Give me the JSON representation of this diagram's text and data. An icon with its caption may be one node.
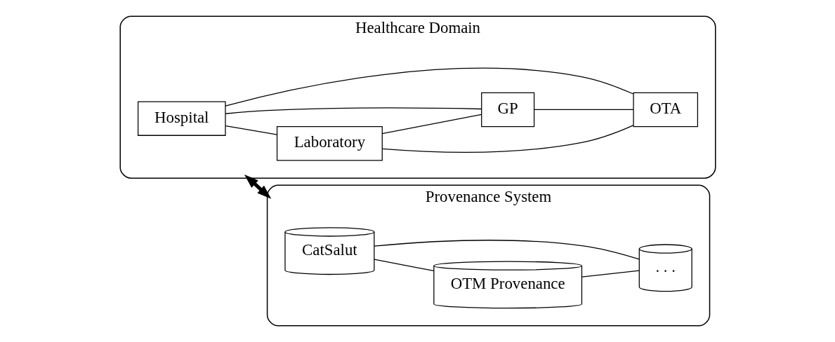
{
  "diagram": {
    "nodes": [
      {
        "text": [
          "Healthcare Domain"
        ]
      },
      {
        "text": [
          "Hospital"
        ],
        "in": 0
      },
      {
        "text": [
          "Laboratory"
        ],
        "in": 0
      },
      {
        "text": [
          "GP"
        ],
        "in": 0
      },
      {
        "text": [
          "OTA"
        ],
        "in": 0
      },
      {
        "text": [
          "Provenance System"
        ]
      },
      {
        "text": [
          "CatSalut"
        ],
        "in": 5
      },
      {
        "text": [
          "OTM Provenance"
        ],
        "in": 5
      },
      {
        "text": [
          ". . ."
        ],
        "in": 5
      }
    ],
    "edges": [
      {
        "from": 1,
        "to": 2,
        "arrow": "none"
      },
      {
        "from": 1,
        "to": 3,
        "arrow": "none"
      },
      {
        "from": 1,
        "to": 4,
        "arrow": "none"
      },
      {
        "from": 2,
        "to": 3,
        "arrow": "none"
      },
      {
        "from": 2,
        "to": 4,
        "arrow": "none"
      },
      {
        "from": 3,
        "to": 4,
        "arrow": "none"
      },
      {
        "from": 0,
        "to": 5,
        "arrow": "both",
        "style": "thick"
      },
      {
        "from": 6,
        "to": 7,
        "arrow": "none"
      },
      {
        "from": 6,
        "to": 8,
        "arrow": "none"
      },
      {
        "from": 7,
        "to": 8,
        "arrow": "none"
      }
    ]
  }
}
